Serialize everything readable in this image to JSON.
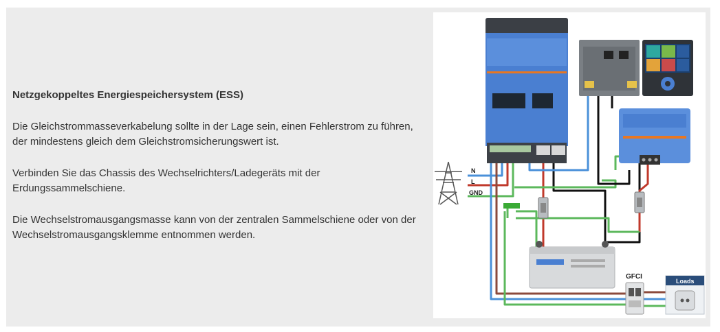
{
  "article": {
    "heading": "Netzgekoppeltes Energiespeichersystem (ESS)",
    "paragraphs": [
      "Die Gleichstrommasseverkabelung sollte in der Lage sein, einen Fehlerstrom zu führen, der mindestens gleich dem Gleichstromsicherungswert ist.",
      "Verbinden Sie das Chassis des Wechselrichters/Ladegeräts mit der Erdungssammelschiene.",
      "Die Wechselstromausgangsmasse kann von der zentralen Sammelschiene oder von der Wechselstromausgangsklemme entnommen werden."
    ]
  },
  "diagram": {
    "labels": {
      "neutral": "N",
      "line": "L",
      "ground": "GND",
      "gfci": "GFCI",
      "loads": "Loads"
    },
    "colors": {
      "inverter_blue": "#4a7fd1",
      "mppt_blue": "#5b8fdc",
      "wire_blue": "#4a90d9",
      "wire_red": "#c0392b",
      "wire_brown": "#8b4a3c",
      "wire_green": "#5cb85c",
      "wire_black": "#111111",
      "ground_bar": "#3aaa35",
      "device_gray": "#7a7f84"
    }
  }
}
